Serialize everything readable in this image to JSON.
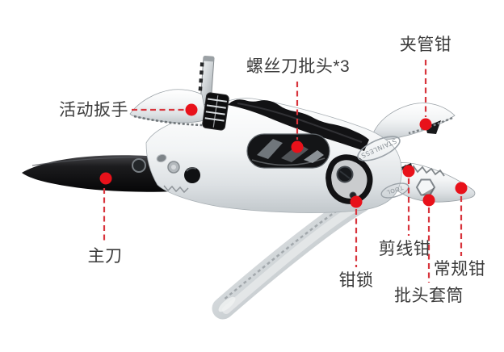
{
  "colors": {
    "background": "#ffffff",
    "callout_red": "#e8111a",
    "callout_line_red": "#d8343c",
    "label_text": "#3b3b3b"
  },
  "product": {
    "name": "multi-tool pliers",
    "engraving_top": "STAINLESS",
    "engraving_bottom": "TOOL"
  },
  "annotations": {
    "adjustable_wrench": {
      "label": "活动扳手"
    },
    "screwdriver_bits": {
      "label": "螺丝刀批头*3"
    },
    "pipe_clamp": {
      "label": "夹管钳"
    },
    "main_knife": {
      "label": "主刀"
    },
    "plier_lock": {
      "label": "钳锁"
    },
    "wire_cutter": {
      "label": "剪线钳"
    },
    "bit_socket": {
      "label": "批头套筒"
    },
    "regular_jaw": {
      "label": "常规钳"
    }
  }
}
